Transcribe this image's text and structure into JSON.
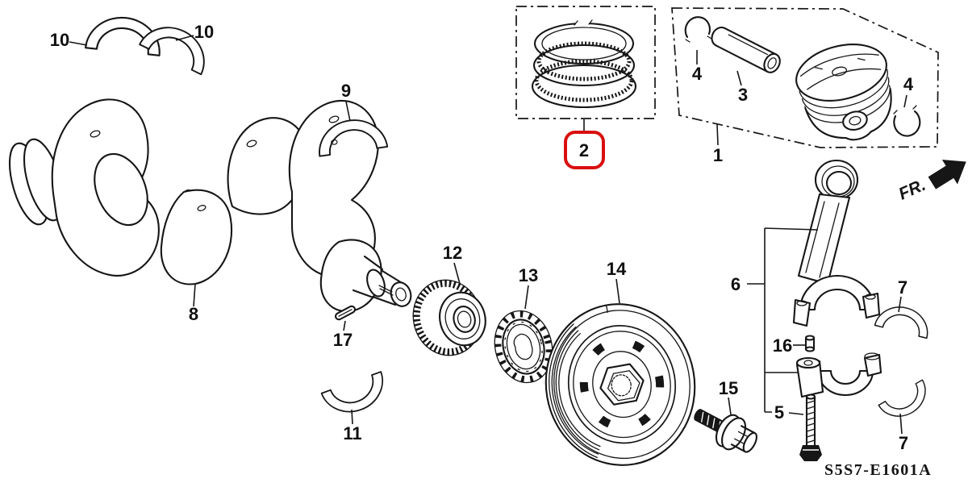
{
  "diagram": {
    "code": "S5S7-E1601A",
    "fr_label": "FR.",
    "highlight_color": "#d90f0f",
    "line_color": "#161616",
    "background_color": "#ffffff"
  },
  "callouts": {
    "1": "1",
    "2": "2",
    "3": "3",
    "4": "4",
    "5": "5",
    "6": "6",
    "7": "7",
    "8": "8",
    "9": "9",
    "10": "10",
    "11": "11",
    "12": "12",
    "13": "13",
    "14": "14",
    "15": "15",
    "16": "16",
    "17": "17"
  }
}
